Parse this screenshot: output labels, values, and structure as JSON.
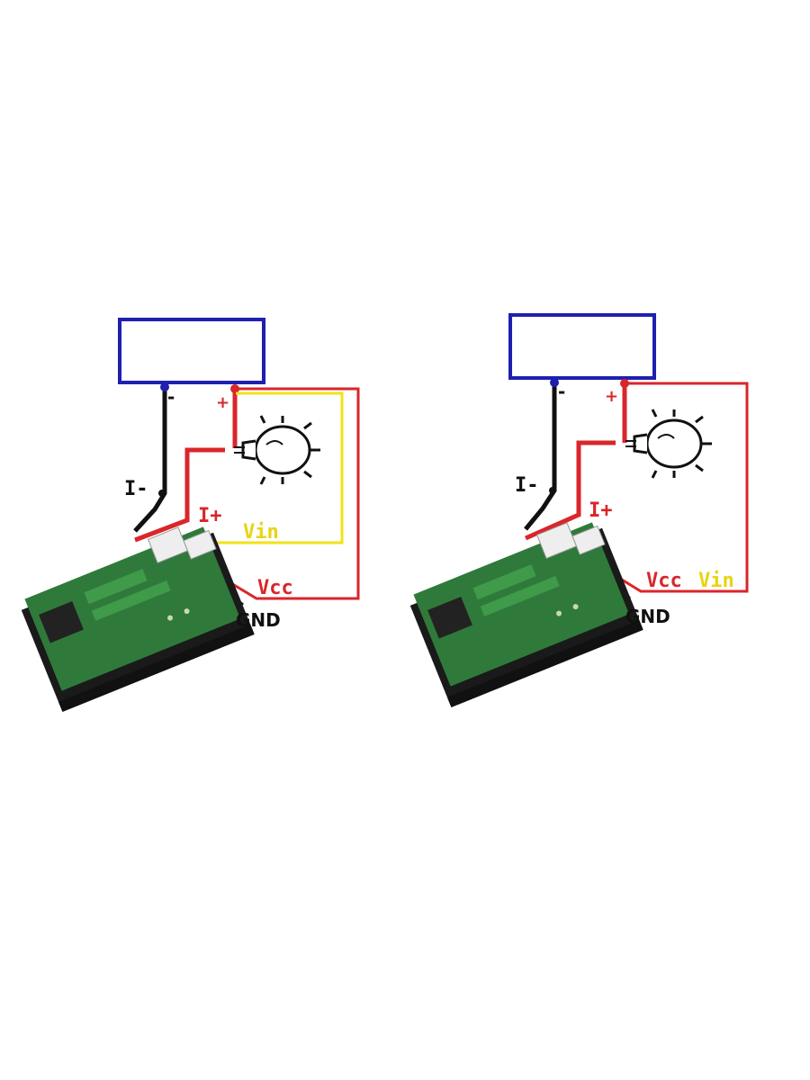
{
  "colors": {
    "background": "#ffffff",
    "power_box": "#1f1fb0",
    "wire_red": "#d9262a",
    "wire_yellow": "#f2e21a",
    "wire_black": "#111111",
    "label_red": "#d9262a",
    "label_yellow": "#e8d414",
    "label_black": "#111111",
    "pcb_green": "#2f7a3a",
    "meter_body": "#1a1a1a"
  },
  "diagrams": [
    {
      "variant": "separate-supply",
      "labels": {
        "neg": "-",
        "pos": "+",
        "i_minus": "I-",
        "i_plus": "I+",
        "vin": "Vin",
        "vcc": "Vcc",
        "gnd": "GND"
      },
      "icons": [
        "power-supply-box",
        "light-bulb-icon",
        "voltmeter-ammeter-module"
      ]
    },
    {
      "variant": "shared-supply",
      "labels": {
        "neg": "-",
        "pos": "+",
        "i_minus": "I-",
        "i_plus": "I+",
        "vcc": "Vcc",
        "vin": "Vin",
        "gnd": "GND"
      },
      "icons": [
        "power-supply-box",
        "light-bulb-icon",
        "voltmeter-ammeter-module"
      ]
    }
  ]
}
